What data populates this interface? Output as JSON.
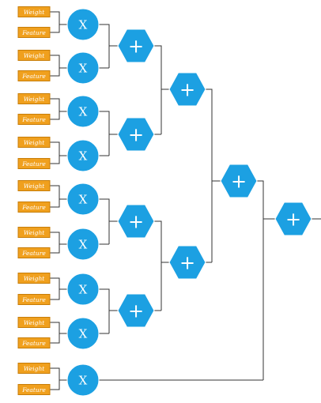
{
  "labels": {
    "weight": "Weight",
    "feature": "Feature",
    "multiply": "X",
    "add": "+"
  },
  "colors": {
    "input_box": "#f0a01e",
    "node": "#1ca0e2",
    "wire": "#333333"
  },
  "structure": {
    "multiply_nodes": 9,
    "add_nodes": 8,
    "inputs_per_multiply": [
      "weight",
      "feature"
    ]
  }
}
